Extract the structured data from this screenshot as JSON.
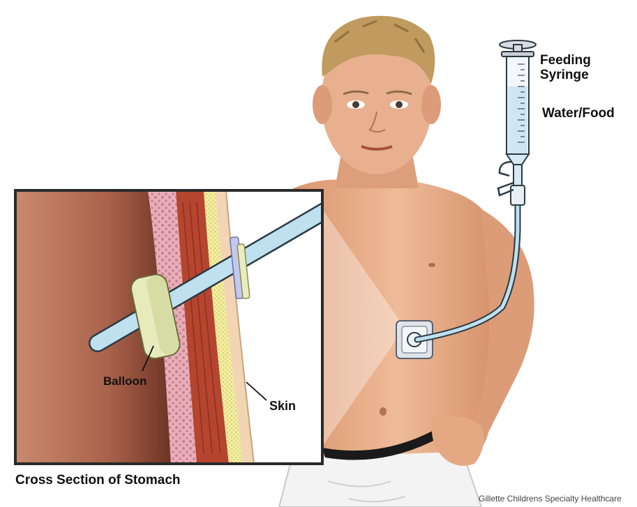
{
  "labels": {
    "syringe_line1": "Feeding",
    "syringe_line2": "Syringe",
    "contents": "Water/Food",
    "balloon": "Balloon",
    "skin": "Skin",
    "inset_caption": "Cross Section of Stomach"
  },
  "credit": "Gillette Childrens Specialty Healthcare",
  "colors": {
    "tube": "#bfe0ee",
    "tube_outline": "#2a3a44",
    "balloon": "#e4e9b8",
    "skin_tone": "#e8b08c",
    "stomach_lining": "#c97a5e",
    "muscle": "#b5452f",
    "fat": "#f3eea0",
    "shorts": "#f4f4f4",
    "waistband": "#1a1a1a"
  },
  "icons": [
    "feeding-syringe-icon",
    "g-tube-port-icon",
    "tube-clamp-icon"
  ]
}
